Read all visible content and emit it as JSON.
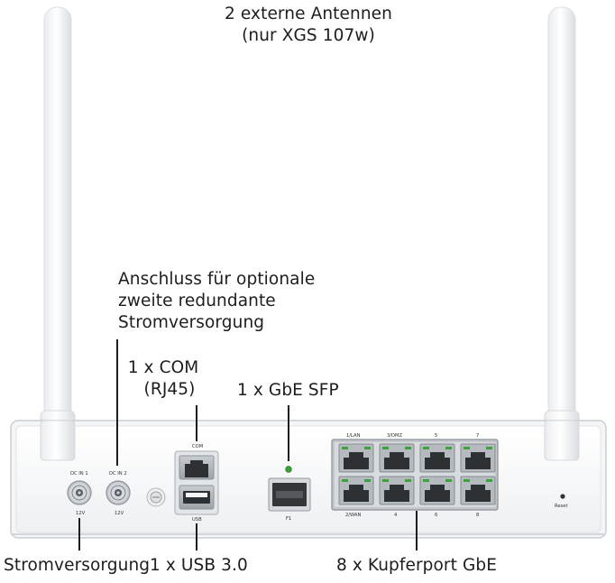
{
  "callouts": {
    "antennas_line1": "2 externe Antennen",
    "antennas_line2": "(nur XGS 107w)",
    "redundant_line1": "Anschluss für optionale",
    "redundant_line2": "zweite redundante",
    "redundant_line3": "Stromversorgung",
    "com_line1": "1 x COM",
    "com_line2": "(RJ45)",
    "sfp": "1 x GbE SFP",
    "power": "Stromversorgung",
    "usb": "1 x USB 3.0",
    "copper": "8 x Kupferport GbE"
  },
  "device_labels": {
    "dc_in_1": "DC IN 1",
    "dc_in_2": "DC IN 2",
    "dc_in_1_voltage": "12V",
    "dc_in_2_voltage": "12V",
    "com": "COM",
    "usb": "USB",
    "sfp": "F1",
    "reset": "Reset",
    "port_top": [
      "1/LAN",
      "3/DMZ",
      "5",
      "7"
    ],
    "port_bottom": [
      "2/WAN",
      "4",
      "6",
      "8"
    ]
  },
  "colors": {
    "chassis": "#f2f4f6",
    "chassis_edge": "#c9cdd2",
    "port_frame": "#aeb3b8",
    "port_dark": "#2e3133",
    "led_green": "#3aa43a",
    "text": "#1d1d1d"
  },
  "icons": {
    "antenna": "antenna-icon",
    "barrel_connector": "dc-barrel-connector-icon",
    "ground": "ground-screw-icon",
    "rj45": "rj45-port-icon",
    "usb": "usb-port-icon",
    "sfp": "sfp-cage-icon",
    "reset": "reset-pinhole-icon"
  }
}
